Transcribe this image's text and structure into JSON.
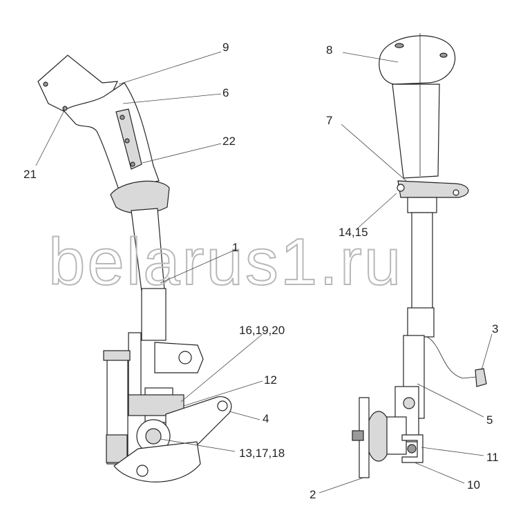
{
  "watermark": "belarus1.ru",
  "callouts": {
    "c9": "9",
    "c6": "6",
    "c22": "22",
    "c21": "21",
    "c8": "8",
    "c7": "7",
    "c14_15": "14,15",
    "c1": "1",
    "c16_19_20": "16,19,20",
    "c12": "12",
    "c4": "4",
    "c13_17_18": "13,17,18",
    "c3": "3",
    "c5": "5",
    "c11": "11",
    "c10": "10",
    "c2": "2"
  }
}
